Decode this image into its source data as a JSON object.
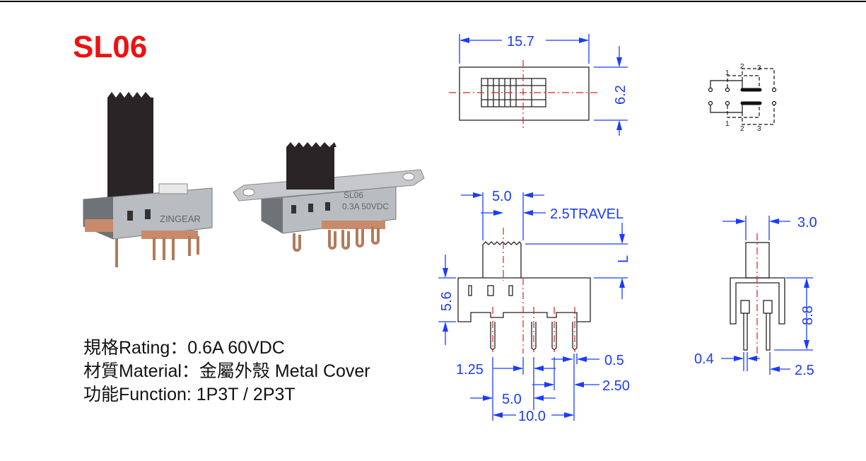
{
  "title": "SL06",
  "colors": {
    "title": "#ee1111",
    "dimension": "#1a3cff",
    "centerline": "#e02020"
  },
  "photos": {
    "left_marking": "ZINGEAR",
    "right_marking_line1": "SL06",
    "right_marking_line2": "0.3A 50VDC"
  },
  "specs": [
    {
      "text": "規格Rating：0.6A 60VDC"
    },
    {
      "text": "材質Material：金屬外殼 Metal Cover"
    },
    {
      "text": "功能Function: 1P3T / 2P3T"
    }
  ],
  "top_view": {
    "width": "15.7",
    "height": "6.2"
  },
  "side_view": {
    "actuator_width": "5.0",
    "travel": "2.5TRAVEL",
    "actuator_height": "L",
    "body_height": "5.6",
    "pin_offset": "1.25",
    "pin_width": "0.5",
    "pin_pitch": "2.50",
    "pitch_5": "5.0",
    "total": "10.0"
  },
  "end_view": {
    "actuator_width": "3.0",
    "height": "8.8",
    "pin_width": "0.4",
    "pin_spacing": "2.5"
  },
  "schematic": {
    "labels_top": [
      "1",
      "2",
      "3"
    ],
    "labels_bottom": [
      "1",
      "2",
      "3"
    ]
  }
}
